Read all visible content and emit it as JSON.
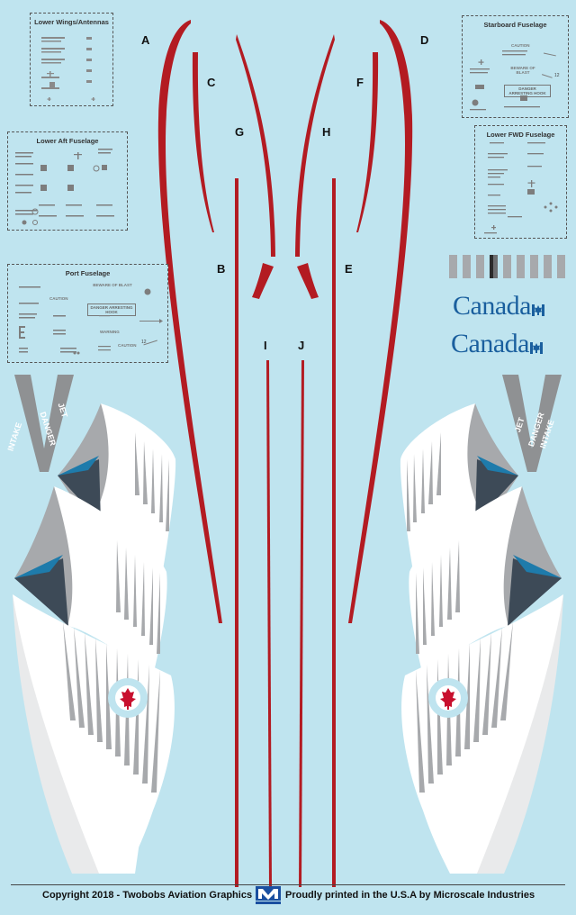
{
  "letters": {
    "A": "A",
    "B": "B",
    "C": "C",
    "D": "D",
    "E": "E",
    "F": "F",
    "G": "G",
    "H": "H",
    "I": "I",
    "J": "J"
  },
  "boxes": {
    "lower_wings": "Lower Wings/Antennas",
    "lower_aft": "Lower Aft Fuselage",
    "port": "Port Fuselage",
    "starboard": "Starboard Fuselage",
    "lower_fwd": "Lower FWD Fuselage"
  },
  "stencils": {
    "caution": "CAUTION",
    "beware": "BEWARE OF BLAST",
    "danger_hook": "DANGER ARRESTING HOOK",
    "warning": "WARNING",
    "n12": "12"
  },
  "canada_text": "Canada",
  "intake": {
    "danger": "DANGER",
    "jet": "JET",
    "intake": "INTAKE"
  },
  "footer": {
    "copyright": "Copyright 2018 - Twobobs Aviation Graphics",
    "printed": "Proudly printed in the U.S.A by Microscale Industries"
  },
  "colors": {
    "background": "#bfe4ef",
    "stripe": "#b31b22",
    "gray": "#a7a9ac",
    "dark": "#3d4a57",
    "blue": "#1e7bab",
    "canada": "#1a5f9e"
  }
}
